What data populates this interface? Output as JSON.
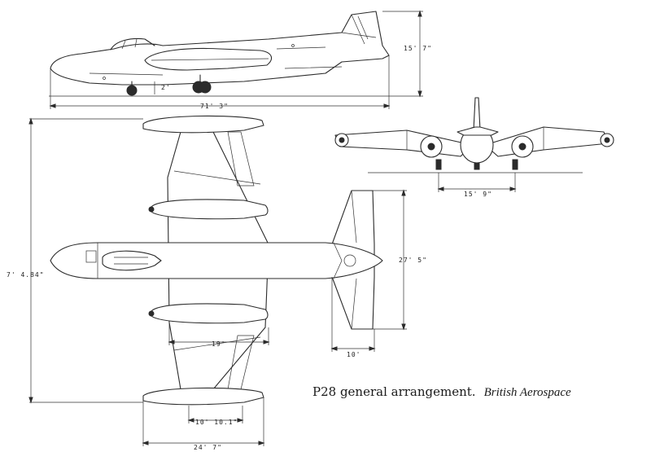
{
  "caption": {
    "title": "P28 general arrangement.",
    "credit": "British Aerospace"
  },
  "dimensions": {
    "height": "15' 7\"",
    "wheel_clearance": "2'",
    "length": "71' 3\"",
    "span": "7' 4.84\"",
    "track": "15' 9\"",
    "tailplane_span": "27' 5\"",
    "tail_chord": "10'",
    "wing_chord": "19'",
    "tip_tank_offset": "10' 10.1\"",
    "tip_tank_length": "24' 7\""
  }
}
